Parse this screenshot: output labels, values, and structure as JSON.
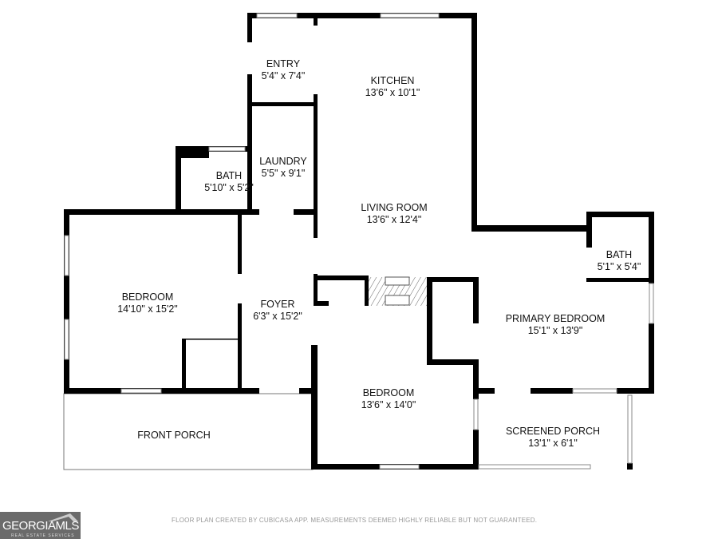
{
  "rooms": {
    "entry": {
      "name": "ENTRY",
      "size": "5'4\" x 7'4\""
    },
    "kitchen": {
      "name": "KITCHEN",
      "size": "13'6\" x 10'1\""
    },
    "laundry": {
      "name": "LAUNDRY",
      "size": "5'5\" x 9'1\""
    },
    "bath1": {
      "name": "BATH",
      "size": "5'10\" x 5'2\""
    },
    "living": {
      "name": "LIVING ROOM",
      "size": "13'6\" x 12'4\""
    },
    "bath2": {
      "name": "BATH",
      "size": "5'1\" x 5'4\""
    },
    "bedroom1": {
      "name": "BEDROOM",
      "size": "14'10\" x 15'2\""
    },
    "foyer": {
      "name": "FOYER",
      "size": "6'3\" x 15'2\""
    },
    "primary": {
      "name": "PRIMARY BEDROOM",
      "size": "15'1\" x 13'9\""
    },
    "bedroom2": {
      "name": "BEDROOM",
      "size": "13'6\" x 14'0\""
    },
    "screened": {
      "name": "SCREENED PORCH",
      "size": "13'1\" x 6'1\""
    },
    "front_porch": {
      "name": "FRONT PORCH"
    }
  },
  "footer": {
    "disclaimer": "FLOOR PLAN CREATED BY CUBICASA APP. MEASUREMENTS DEEMED HIGHLY RELIABLE BUT NOT GUARANTEED."
  },
  "logo": {
    "main": "GEORGIAMLS",
    "sub": "REAL ESTATE SERVICES"
  },
  "colors": {
    "wall": "#000000",
    "logo_bg": "#6b6b6b",
    "footer_text": "#999999"
  }
}
